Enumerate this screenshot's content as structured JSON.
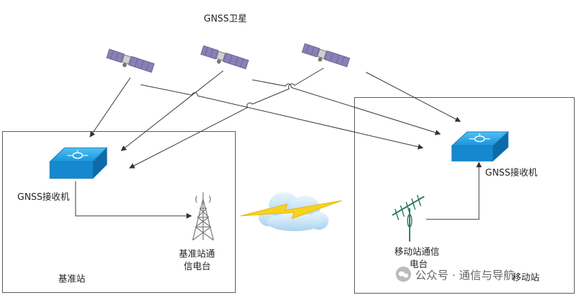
{
  "diagram": {
    "satellite_title": "GNSS卫星",
    "base_station": {
      "label": "基准站",
      "receiver_label": "GNSS接收机",
      "radio_label_line1": "基准站通",
      "radio_label_line2": "信电台"
    },
    "rover_station": {
      "label": "移动站",
      "receiver_label": "GNSS接收机",
      "radio_label_line1": "移动站通信",
      "radio_label_line2": "电台"
    },
    "colors": {
      "receiver_blue": "#1d9be0",
      "satellite_panel": "#8b7fb7",
      "lightning": "#f7d21e",
      "cloud": "#bfe0f5"
    }
  },
  "watermark": {
    "text": "公众号 · 通信与导航"
  }
}
